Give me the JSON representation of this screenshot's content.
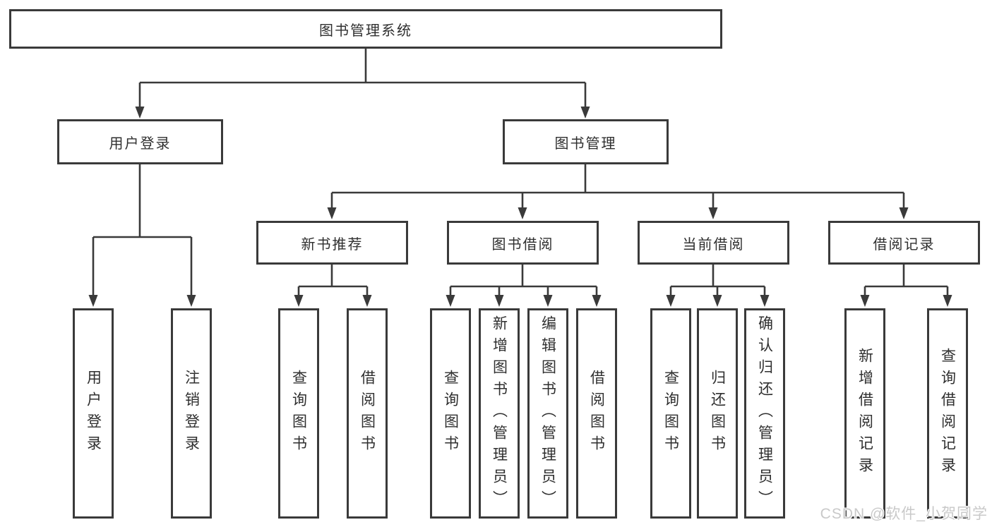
{
  "colors": {
    "line": "#3a3a3a",
    "text": "#2f2f2f",
    "box_border": "#3a3a3a",
    "box_bg": "#ffffff",
    "watermark": "#c9c9c9",
    "background": "#ffffff"
  },
  "root": {
    "label": "图书管理系统"
  },
  "nodes": {
    "user_login": {
      "label": "用户登录"
    },
    "book_mgmt": {
      "label": "图书管理"
    },
    "new_book_rec": {
      "label": "新书推荐"
    },
    "book_borrow": {
      "label": "图书借阅"
    },
    "current_borrow": {
      "label": "当前借阅"
    },
    "borrow_records": {
      "label": "借阅记录"
    }
  },
  "leaves": {
    "user_login": [
      "用户登录",
      "注销登录"
    ],
    "new_book_rec": [
      "查询图书",
      "借阅图书"
    ],
    "book_borrow": [
      "查询图书",
      "新增图书（管理员）",
      "编辑图书（管理员）",
      "借阅图书"
    ],
    "current_borrow": [
      "查询图书",
      "归还图书",
      "确认归还（管理员）"
    ],
    "borrow_records": [
      "新增借阅记录",
      "查询借阅记录"
    ]
  },
  "watermark": "CSDN @软件_小贺同学"
}
